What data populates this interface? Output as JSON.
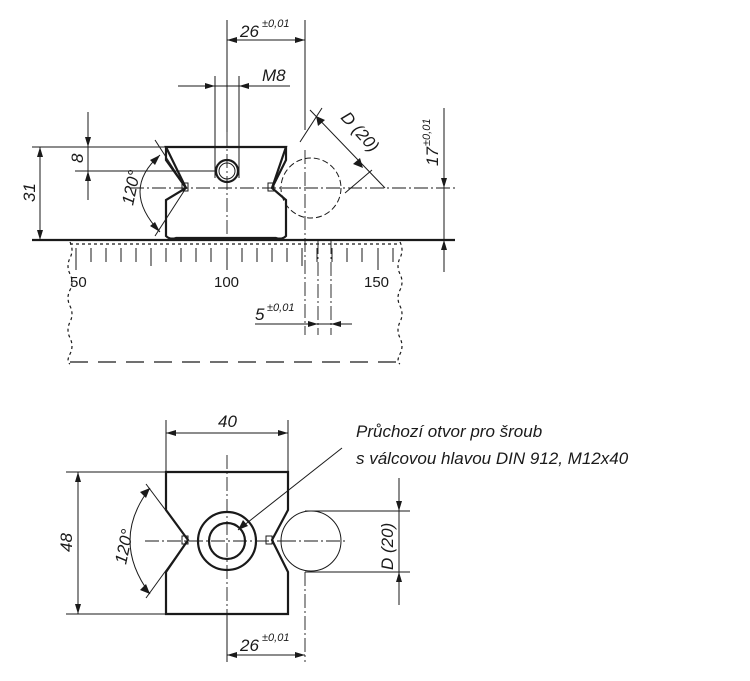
{
  "top_view": {
    "dim_26": "26",
    "tol_26": "±0,01",
    "dim_m8": "M8",
    "dim_d20": "D (20)",
    "dim_17": "17",
    "tol_17": "±0,01",
    "dim_8": "8",
    "dim_31": "31",
    "angle_120": "120°",
    "scale_50": "50",
    "scale_100": "100",
    "scale_150": "150",
    "dim_5": "5",
    "tol_5": "±0,01"
  },
  "bottom_view": {
    "dim_40": "40",
    "note_line1": "Průchozí otvor pro šroub",
    "note_line2": "s válcovou hlavou DIN 912, M12x40",
    "dim_48": "48",
    "angle_120": "120°",
    "dim_d20": "D (20)",
    "dim_26": "26",
    "tol_26": "±0,01"
  }
}
